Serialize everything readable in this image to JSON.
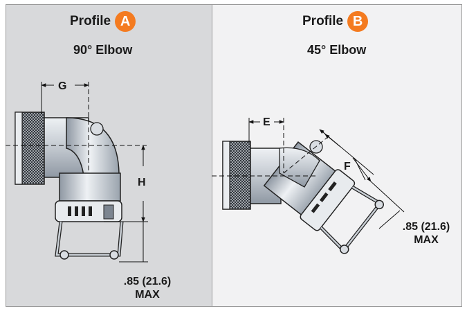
{
  "colors": {
    "badge": "#f47b20",
    "panel_a_bg": "#d8d9db",
    "panel_b_bg": "#f2f2f3"
  },
  "profile_a": {
    "label": "Profile",
    "badge": "A",
    "title": "90° Elbow",
    "dim_g": "G",
    "dim_h": "H",
    "max_value": ".85 (21.6)",
    "max_label": "MAX"
  },
  "profile_b": {
    "label": "Profile",
    "badge": "B",
    "title": "45° Elbow",
    "dim_e": "E",
    "dim_f": "F",
    "max_value": ".85 (21.6)",
    "max_label": "MAX"
  }
}
